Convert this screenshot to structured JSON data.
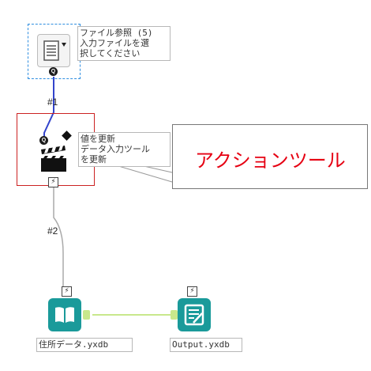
{
  "tools": {
    "file_browse": {
      "label_line1": "ファイル参照 (5)",
      "label_line2": "入力ファイルを選",
      "label_line3": "択してください"
    },
    "update_value": {
      "label_line1": "値を更新",
      "label_line2": "データ入力ツール",
      "label_line3": "を更新"
    },
    "input": {
      "label": "住所データ.yxdb"
    },
    "output": {
      "label": "Output.yxdb"
    }
  },
  "connections": {
    "c1": "#1",
    "c2": "#2"
  },
  "anchors": {
    "question": "Q",
    "bolt": "⚡"
  },
  "callout": {
    "text": "アクションツール"
  },
  "colors": {
    "selection_dashed": "#2f8ee0",
    "highlight_box": "#cc2222",
    "callout_text": "#e60012",
    "teal_tool": "#1a9a9a",
    "connector_green": "#b6e35a",
    "action_wire": "#3333cc"
  },
  "icons": {
    "file_browse": "document-dropdown-icon",
    "update_value": "clapperboard-icon",
    "input": "open-book-icon",
    "output": "note-pencil-icon"
  }
}
